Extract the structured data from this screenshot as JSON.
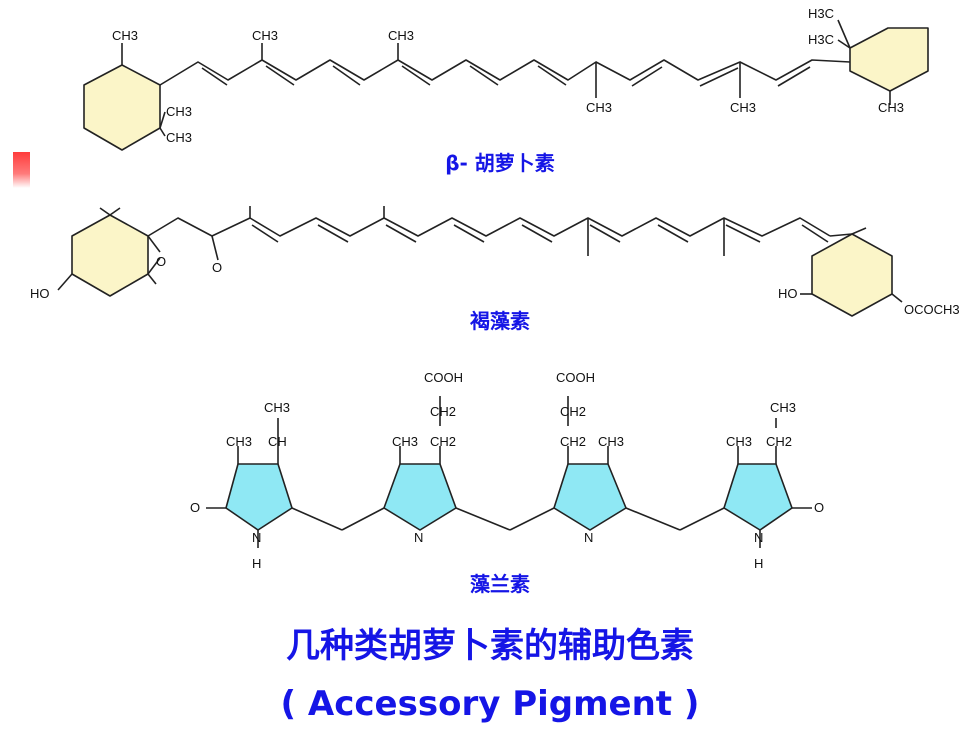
{
  "beta_carotene": {
    "name": "β- 胡萝卜素",
    "atoms": {
      "ch3": "CH3",
      "h3c": "H3C"
    }
  },
  "fucoxanthin": {
    "name": "褐藻素",
    "atoms": {
      "ho": "HO",
      "o": "O",
      "ester": "OCOCH3"
    }
  },
  "phycocyanin": {
    "name": "藻兰素",
    "atoms": {
      "cooh": "COOH",
      "ch2": "CH2",
      "ch3": "CH3",
      "ch": "CH",
      "n": "N",
      "h": "H",
      "o": "O"
    }
  },
  "title_cn": "几种类胡萝卜素的辅助色素",
  "title_en": "( Accessory Pigment )",
  "colors": {
    "label": "#1515e6",
    "ring_fill": "#fbf5c8",
    "pyrrole_fill": "#8fe8f4",
    "bond": "#222222",
    "accent": "#ff4040"
  }
}
